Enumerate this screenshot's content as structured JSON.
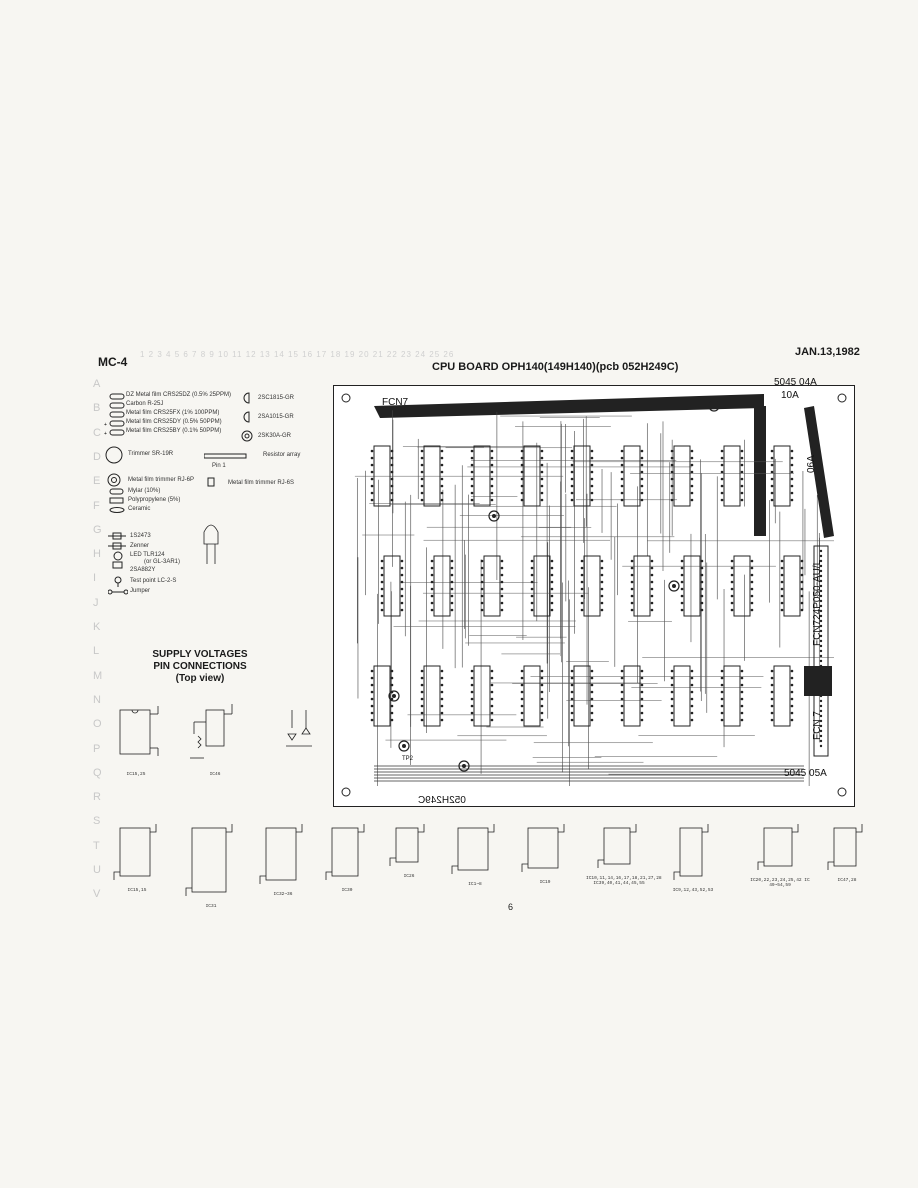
{
  "header": {
    "model": "MC-4",
    "date": "JAN.13,1982",
    "title": "CPU BOARD OPH140(149H140)(pcb 052H249C)",
    "grid_numbers": "1   2   3   4   5   6   7   8   9   10   11   12   13   14   15   16   17   18   19   20   21   22   23   24   25   26"
  },
  "row_letters": [
    "A",
    "B",
    "C",
    "D",
    "E",
    "F",
    "G",
    "H",
    "I",
    "J",
    "K",
    "L",
    "M",
    "N",
    "O",
    "P",
    "Q",
    "R",
    "S",
    "T",
    "U",
    "V"
  ],
  "legend": {
    "resistors": [
      "DZ Metal film CRS25DZ (0.5% 25PPM)",
      "Carbon R-25J",
      "Metal film CRS25FX (1% 100PPM)",
      "Metal film CRS25DY (0.5% 50PPM)",
      "Metal film CRS25BY (0.1% 50PPM)"
    ],
    "transistors": [
      "2SC1815-GR",
      "2SA1015-GR",
      "2SK30A-GR"
    ],
    "trimmer": "Trimmer SR-19R",
    "resistor_array": "Resistor array",
    "pin1": "Pin 1",
    "metal_trimmer_6p": "Metal film trimmer RJ-6P",
    "metal_trimmer_6s": "Metal film trimmer RJ-6S",
    "capacitors": [
      "Mylar (10%)",
      "Polypropylene (5%)",
      "Ceramic"
    ],
    "diodes": [
      "1S2473",
      "Zenner",
      "LED TLR124",
      "(or GL-3AR1)",
      "2SA882Y"
    ],
    "test_point": "Test point LC-2-S",
    "jumper": "Jumper"
  },
  "supply": {
    "title_line1": "SUPPLY VOLTAGES",
    "title_line2": "PIN CONNECTIONS",
    "title_line3": "(Top view)"
  },
  "pcb_labels": {
    "fcn_top": "FCN7",
    "conn_5045_04a": "5045 04A",
    "conn_10a": "10A",
    "conn_06a": "06A",
    "fcn_side": "FCN724P050-AU/L",
    "fcn_side2": "FCN 7",
    "conn_5045_05a": "5045 05A",
    "pcb_code": "052H249C",
    "tp": "TP2"
  },
  "ic_captions": [
    "IC15,25",
    "IC46",
    "IC15,15",
    "IC31",
    "IC32~36",
    "IC30",
    "IC26",
    "IC1~8",
    "IC19",
    "IC10,11,14,16,17,18,21,27,28 IC39,40,41,44,45,55",
    "IC9,12,43,52,53",
    "IC20,22,23,24,25,42 IC 49~54,59",
    "IC47,28"
  ],
  "page_number": "6"
}
